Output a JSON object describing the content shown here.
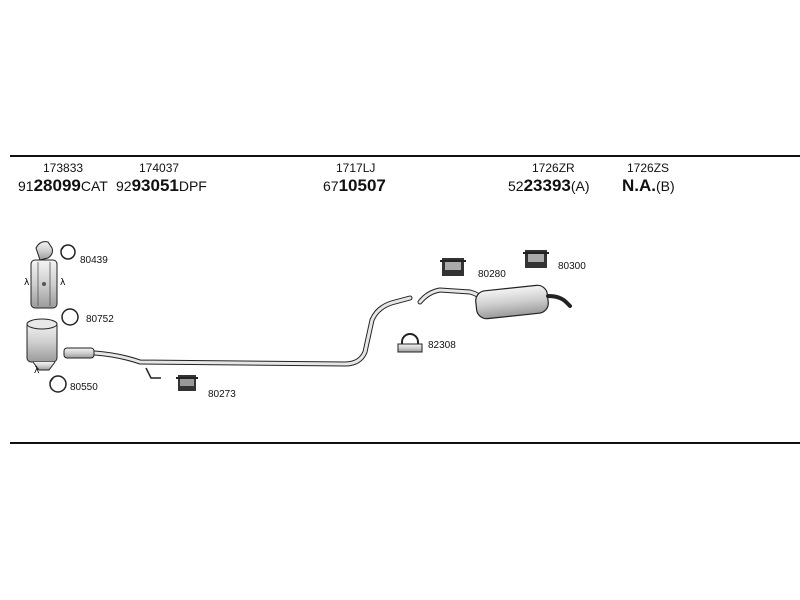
{
  "parts": [
    {
      "code": "173833",
      "prefix": "91",
      "number": "28099",
      "suffix": "CAT"
    },
    {
      "code": "174037",
      "prefix": "92",
      "number": "93051",
      "suffix": "DPF"
    },
    {
      "code": "1717LJ",
      "prefix": "67",
      "number": "10507",
      "suffix": ""
    },
    {
      "code": "1726ZR",
      "prefix": "52",
      "number": "23393",
      "suffix": "(A)"
    },
    {
      "code": "1726ZS",
      "prefix": "",
      "number": "N.A.",
      "suffix": "(B)"
    }
  ],
  "fittings": [
    "80439",
    "80752",
    "80550",
    "80273",
    "82308",
    "80280",
    "80300"
  ]
}
